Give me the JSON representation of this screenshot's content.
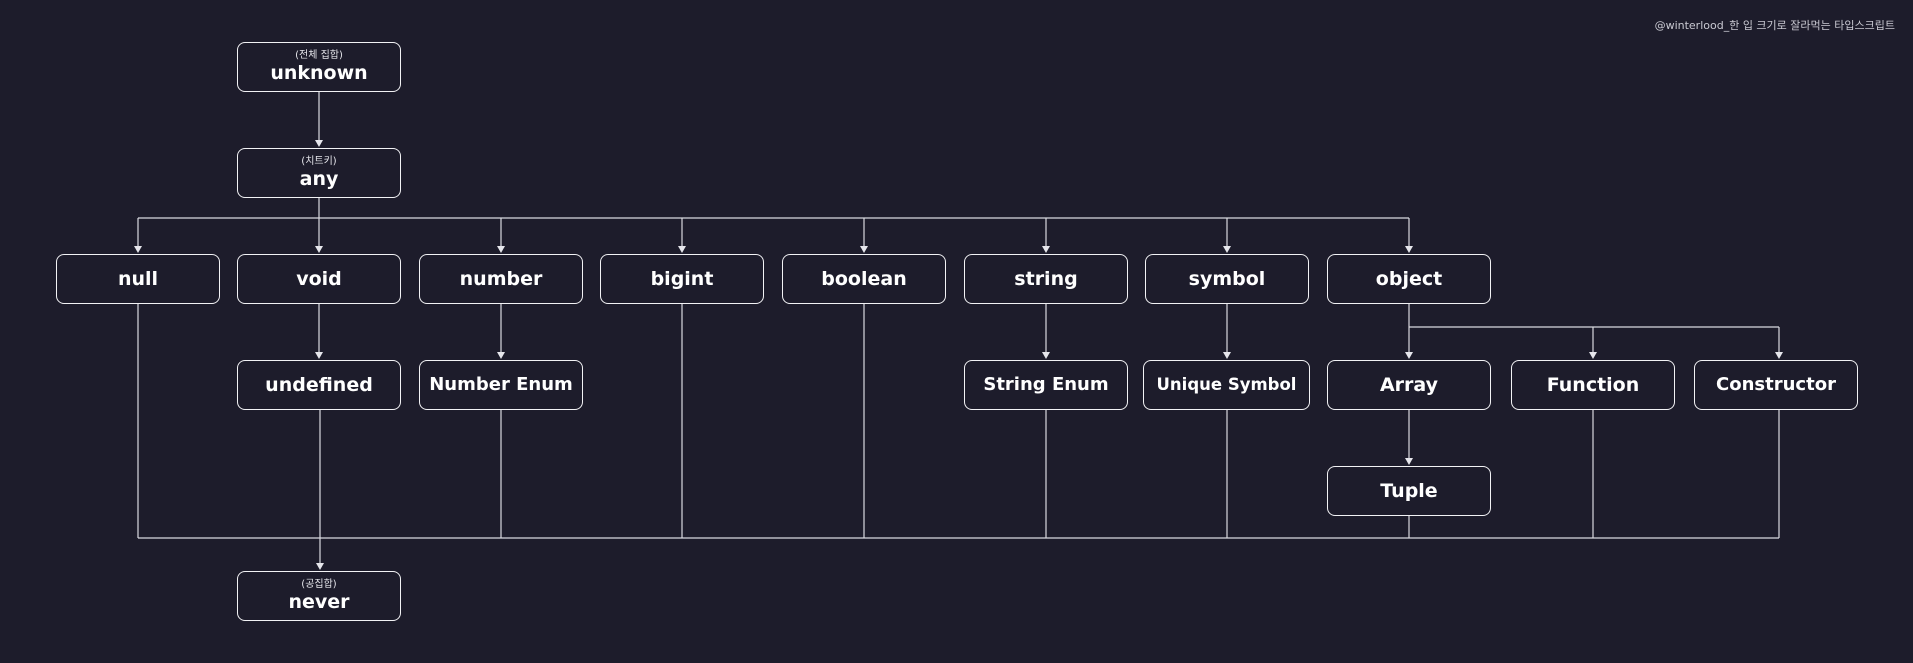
{
  "credit": "@winterlood_한 입 크기로 잘라먹는 타입스크립트",
  "nodes": {
    "unknown": {
      "sub": "(전체 집합)",
      "label": "unknown"
    },
    "any": {
      "sub": "(치트키)",
      "label": "any"
    },
    "null": {
      "label": "null"
    },
    "void": {
      "label": "void"
    },
    "number": {
      "label": "number"
    },
    "bigint": {
      "label": "bigint"
    },
    "boolean": {
      "label": "boolean"
    },
    "string": {
      "label": "string"
    },
    "symbol": {
      "label": "symbol"
    },
    "object": {
      "label": "object"
    },
    "undefined": {
      "label": "undefined"
    },
    "number_enum": {
      "label": "Number Enum"
    },
    "string_enum": {
      "label": "String Enum"
    },
    "unique_symbol": {
      "label": "Unique Symbol"
    },
    "array": {
      "label": "Array"
    },
    "function": {
      "label": "Function"
    },
    "constructor": {
      "label": "Constructor"
    },
    "tuple": {
      "label": "Tuple"
    },
    "never": {
      "sub": "(공집합)",
      "label": "never"
    }
  }
}
